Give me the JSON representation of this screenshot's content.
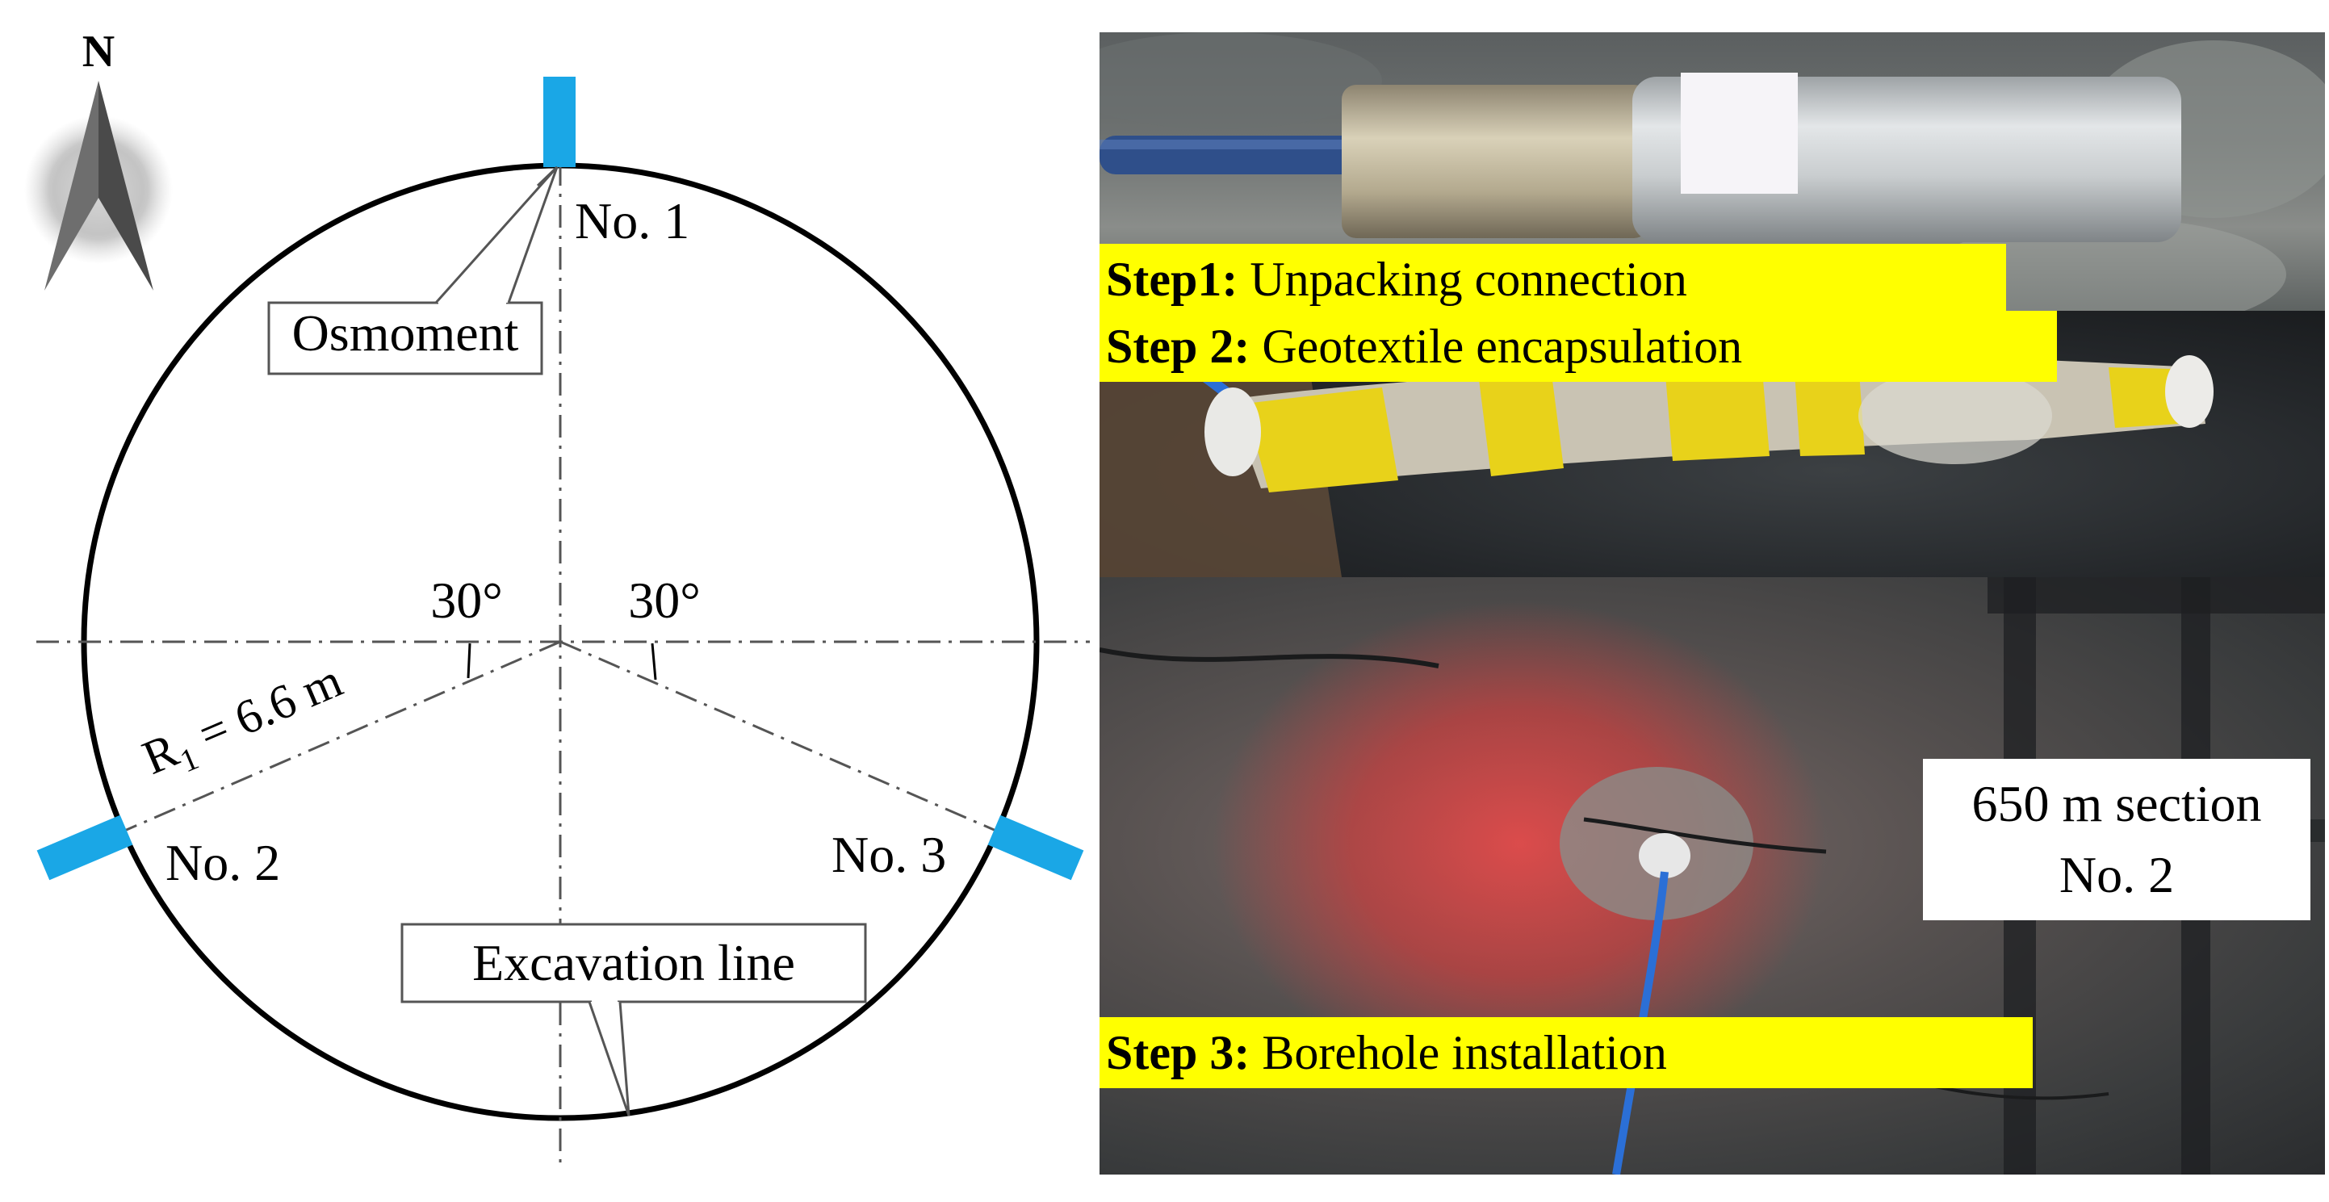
{
  "diagram": {
    "north_label": "N",
    "points": [
      {
        "label": "No. 1"
      },
      {
        "label": "No. 2"
      },
      {
        "label": "No. 3"
      }
    ],
    "angle_left": "30°",
    "angle_right": "30°",
    "radius_label_prefix": "R",
    "radius_label_subscript": "1",
    "radius_label_value": " = 6.6 m",
    "callout_osmometer": "Osmoment",
    "callout_excavation": "Excavation line",
    "colors": {
      "sensor_marker": "#1aa7e6",
      "circle_stroke": "#000000",
      "axis_stroke": "#555555"
    }
  },
  "photos": {
    "step1": {
      "bold": "Step1:",
      "text": " Unpacking  connection"
    },
    "step2": {
      "bold": "Step 2:",
      "text": " Geotextile encapsulation"
    },
    "step3": {
      "bold": "Step 3:",
      "text": " Borehole installation"
    },
    "section_line1": "650 m section",
    "section_line2": "No. 2",
    "colors": {
      "label_background": "#ffff00"
    }
  }
}
